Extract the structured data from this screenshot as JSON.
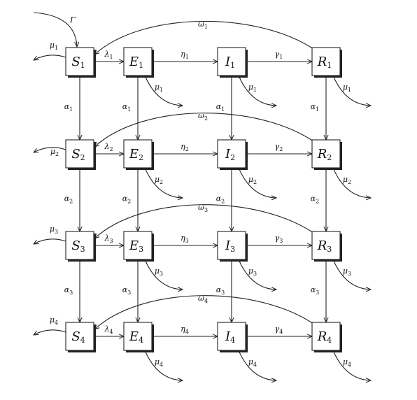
{
  "nodes": [
    {
      "id": "S1",
      "letter": "S",
      "sub": "1"
    },
    {
      "id": "E1",
      "letter": "E",
      "sub": "1"
    },
    {
      "id": "I1",
      "letter": "I",
      "sub": "1"
    },
    {
      "id": "R1",
      "letter": "R",
      "sub": "1"
    },
    {
      "id": "S2",
      "letter": "S",
      "sub": "2"
    },
    {
      "id": "E2",
      "letter": "E",
      "sub": "2"
    },
    {
      "id": "I2",
      "letter": "I",
      "sub": "2"
    },
    {
      "id": "R2",
      "letter": "R",
      "sub": "2"
    },
    {
      "id": "S3",
      "letter": "S",
      "sub": "3"
    },
    {
      "id": "E3",
      "letter": "E",
      "sub": "3"
    },
    {
      "id": "I3",
      "letter": "I",
      "sub": "3"
    },
    {
      "id": "R3",
      "letter": "R",
      "sub": "3"
    },
    {
      "id": "S4",
      "letter": "S",
      "sub": "4"
    },
    {
      "id": "E4",
      "letter": "E",
      "sub": "4"
    },
    {
      "id": "I4",
      "letter": "I",
      "sub": "4"
    },
    {
      "id": "R4",
      "letter": "R",
      "sub": "4"
    }
  ],
  "edges": [
    {
      "from": "S1",
      "to": "E1",
      "label": "λ",
      "sub": "1"
    },
    {
      "from": "E1",
      "to": "I1",
      "label": "η",
      "sub": "1"
    },
    {
      "from": "I1",
      "to": "R1",
      "label": "γ",
      "sub": "1"
    },
    {
      "from": "R1",
      "to": "S1",
      "label": "ω",
      "sub": "1"
    },
    {
      "from": "S2",
      "to": "E2",
      "label": "λ",
      "sub": "2"
    },
    {
      "from": "E2",
      "to": "I2",
      "label": "η",
      "sub": "2"
    },
    {
      "from": "I2",
      "to": "R2",
      "label": "γ",
      "sub": "2"
    },
    {
      "from": "R2",
      "to": "S2",
      "label": "ω",
      "sub": "2"
    },
    {
      "from": "S3",
      "to": "E3",
      "label": "λ",
      "sub": "3"
    },
    {
      "from": "E3",
      "to": "I3",
      "label": "η",
      "sub": "3"
    },
    {
      "from": "I3",
      "to": "R3",
      "label": "γ",
      "sub": "3"
    },
    {
      "from": "R3",
      "to": "S3",
      "label": "ω",
      "sub": "3"
    },
    {
      "from": "S4",
      "to": "E4",
      "label": "λ",
      "sub": "4"
    },
    {
      "from": "E4",
      "to": "I4",
      "label": "η",
      "sub": "4"
    },
    {
      "from": "I4",
      "to": "R4",
      "label": "γ",
      "sub": "4"
    },
    {
      "from": "R4",
      "to": "S4",
      "label": "ω",
      "sub": "4"
    },
    {
      "from": "S1",
      "to": "S2",
      "label": "α",
      "sub": "1"
    },
    {
      "from": "E1",
      "to": "E2",
      "label": "α",
      "sub": "1"
    },
    {
      "from": "I1",
      "to": "I2",
      "label": "α",
      "sub": "1"
    },
    {
      "from": "R1",
      "to": "R2",
      "label": "α",
      "sub": "1"
    },
    {
      "from": "S2",
      "to": "S3",
      "label": "α",
      "sub": "2"
    },
    {
      "from": "E2",
      "to": "E3",
      "label": "α",
      "sub": "2"
    },
    {
      "from": "I2",
      "to": "I3",
      "label": "α",
      "sub": "2"
    },
    {
      "from": "R2",
      "to": "R3",
      "label": "α",
      "sub": "2"
    },
    {
      "from": "S3",
      "to": "S4",
      "label": "α",
      "sub": "3"
    },
    {
      "from": "E3",
      "to": "E4",
      "label": "α",
      "sub": "3"
    },
    {
      "from": "I3",
      "to": "I4",
      "label": "α",
      "sub": "3"
    },
    {
      "from": "R3",
      "to": "R4",
      "label": "α",
      "sub": "3"
    },
    {
      "from": "S1",
      "to": "out",
      "label": "μ",
      "sub": "1"
    },
    {
      "from": "E1",
      "to": "out",
      "label": "μ",
      "sub": "1"
    },
    {
      "from": "I1",
      "to": "out",
      "label": "μ",
      "sub": "1"
    },
    {
      "from": "R1",
      "to": "out",
      "label": "μ",
      "sub": "1"
    },
    {
      "from": "S2",
      "to": "out",
      "label": "μ",
      "sub": "2"
    },
    {
      "from": "E2",
      "to": "out",
      "label": "μ",
      "sub": "2"
    },
    {
      "from": "I2",
      "to": "out",
      "label": "μ",
      "sub": "2"
    },
    {
      "from": "R2",
      "to": "out",
      "label": "μ",
      "sub": "2"
    },
    {
      "from": "S3",
      "to": "out",
      "label": "μ",
      "sub": "3"
    },
    {
      "from": "E3",
      "to": "out",
      "label": "μ",
      "sub": "3"
    },
    {
      "from": "I3",
      "to": "out",
      "label": "μ",
      "sub": "3"
    },
    {
      "from": "R3",
      "to": "out",
      "label": "μ",
      "sub": "3"
    },
    {
      "from": "S4",
      "to": "out",
      "label": "μ",
      "sub": "4"
    },
    {
      "from": "E4",
      "to": "out",
      "label": "μ",
      "sub": "4"
    },
    {
      "from": "I4",
      "to": "out",
      "label": "μ",
      "sub": "4"
    },
    {
      "from": "R4",
      "to": "out",
      "label": "μ",
      "sub": "4"
    },
    {
      "from": "in",
      "to": "S1",
      "label": "Γ",
      "sub": ""
    }
  ]
}
